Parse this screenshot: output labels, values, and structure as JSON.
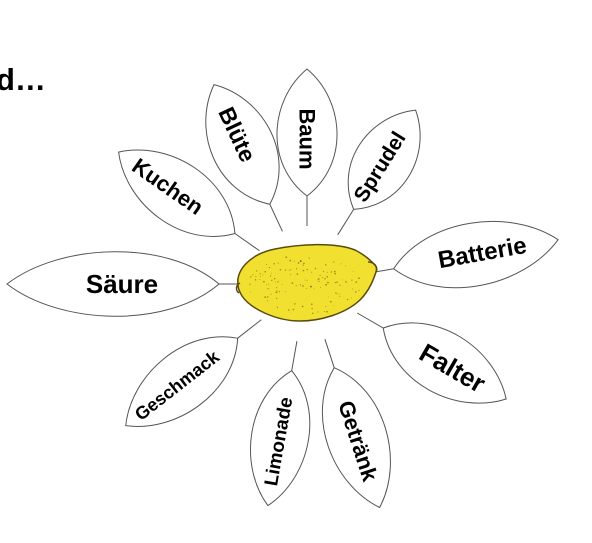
{
  "heading": {
    "fragment": "d…"
  },
  "center": {
    "item": "lemon",
    "color": "#f2e030",
    "outline": "#5a4a10"
  },
  "petals": [
    {
      "word": "Baum"
    },
    {
      "word": "Sprudel"
    },
    {
      "word": "Batterie"
    },
    {
      "word": "Falter"
    },
    {
      "word": "Getränk"
    },
    {
      "word": "Limonade"
    },
    {
      "word": "Geschmack"
    },
    {
      "word": "Säure"
    },
    {
      "word": "Kuchen"
    },
    {
      "word": "Blüte"
    }
  ],
  "colors": {
    "background": "#ffffff",
    "outline": "#555555",
    "text": "#000000"
  }
}
